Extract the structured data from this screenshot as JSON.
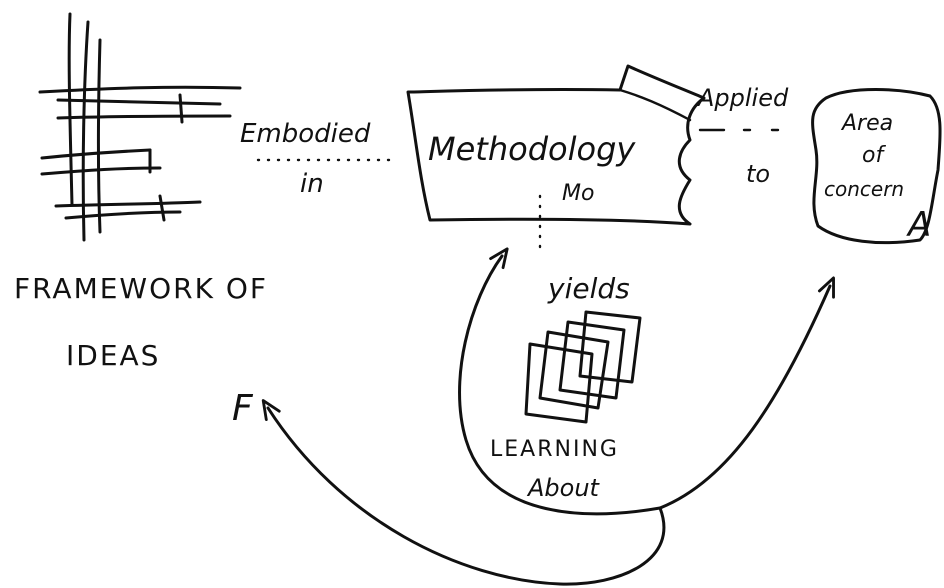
{
  "framework": {
    "line1": "FRAMEWORK OF",
    "line2": "IDEAS",
    "letter": "F"
  },
  "methodology": {
    "label": "Methodology",
    "code": "Mo"
  },
  "area": {
    "line1": "Area",
    "line2": "of",
    "line3": "concern",
    "letter": "A"
  },
  "links": {
    "embodied": "Embodied",
    "in": "in",
    "applied": "Applied",
    "to": "to",
    "yields": "yields"
  },
  "learning": {
    "line1": "LEARNING",
    "line2": "About"
  },
  "colors": {
    "ink": "#111111",
    "paper": "#ffffff"
  }
}
